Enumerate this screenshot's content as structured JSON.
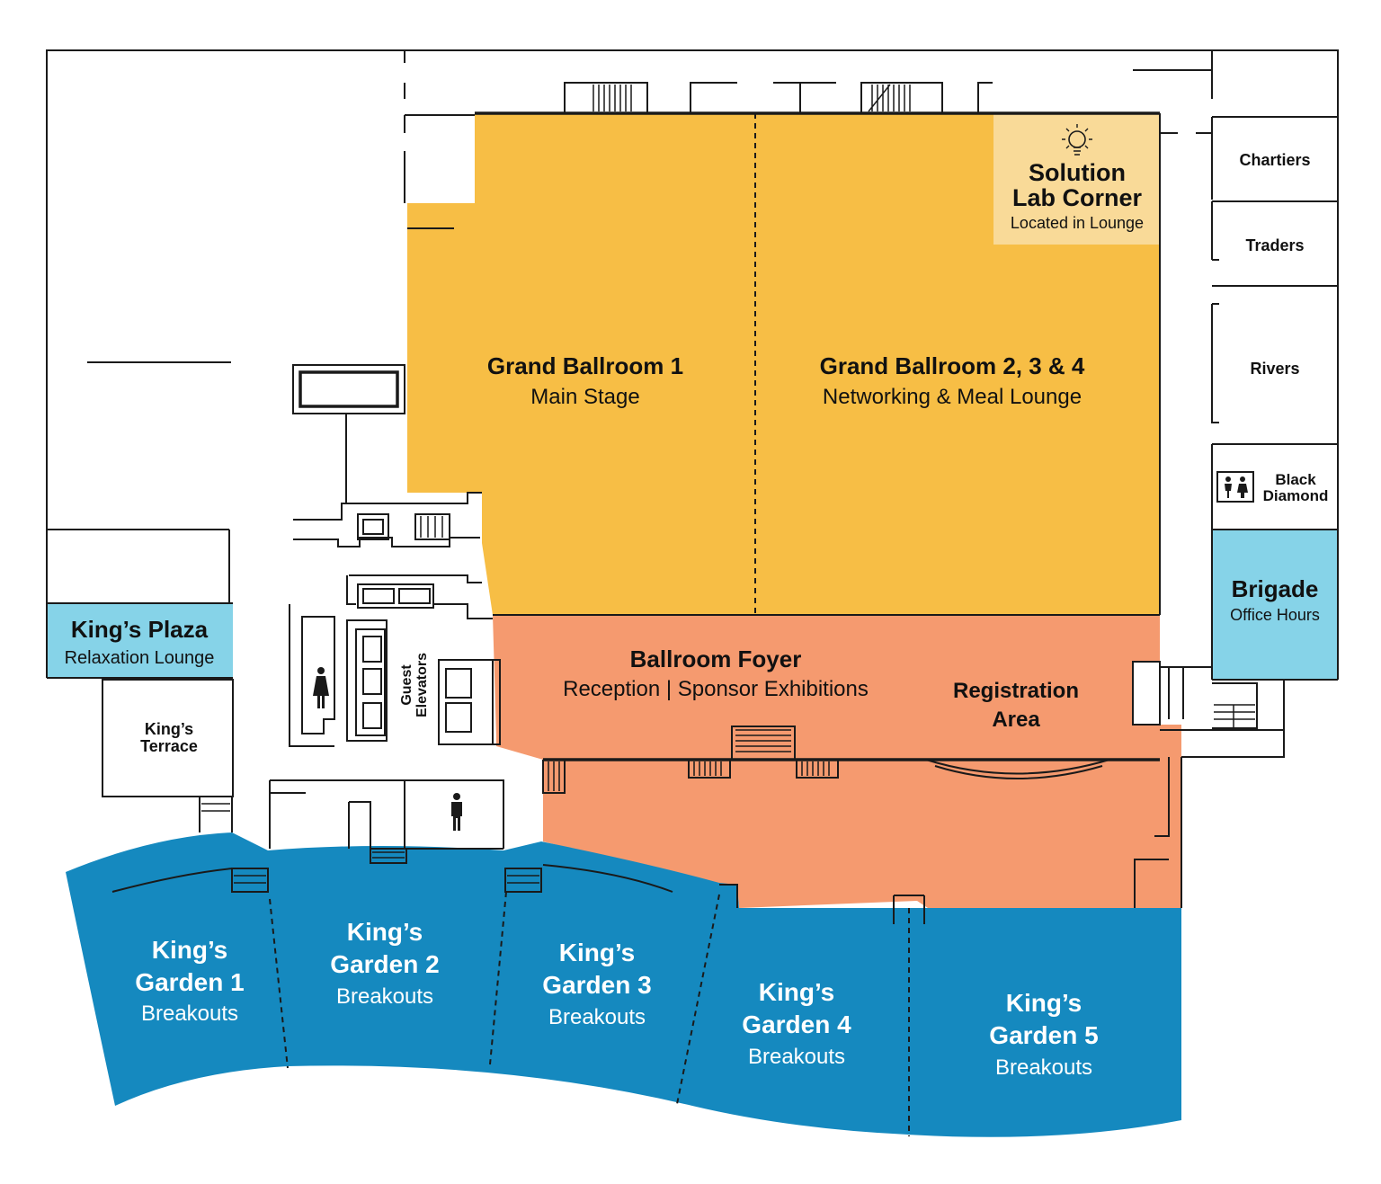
{
  "colors": {
    "ballroom": "#F7BE45",
    "solution_lab": "#F9DA98",
    "foyer": "#F59A6F",
    "garden": "#1589BF",
    "plaza": "#86D3E8",
    "wall": "#1a1a1a"
  },
  "rooms": {
    "grand_ballroom_1": {
      "name": "Grand Ballroom 1",
      "sub": "Main Stage"
    },
    "grand_ballroom_234": {
      "name": "Grand Ballroom 2, 3 & 4",
      "sub": "Networking & Meal Lounge"
    },
    "solution_lab": {
      "line1": "Solution",
      "line2": "Lab Corner",
      "sub": "Located in Lounge",
      "icon": "lightbulb-icon"
    },
    "chartiers": {
      "name": "Chartiers"
    },
    "traders": {
      "name": "Traders"
    },
    "rivers": {
      "name": "Rivers"
    },
    "black_diamond": {
      "line1": "Black",
      "line2": "Diamond",
      "icon": "restroom-icon"
    },
    "brigade": {
      "name": "Brigade",
      "sub": "Office Hours"
    },
    "kings_plaza": {
      "name": "King’s Plaza",
      "sub": "Relaxation Lounge"
    },
    "kings_terrace": {
      "line1": "King’s",
      "line2": "Terrace"
    },
    "guest_elevators": {
      "line1": "Guest",
      "line2": "Elevators"
    },
    "ballroom_foyer": {
      "name": "Ballroom Foyer",
      "sub": "Reception | Sponsor Exhibitions"
    },
    "registration": {
      "line1": "Registration",
      "line2": "Area"
    },
    "gardens": [
      {
        "line1": "King’s",
        "line2": "Garden 1",
        "sub": "Breakouts"
      },
      {
        "line1": "King’s",
        "line2": "Garden 2",
        "sub": "Breakouts"
      },
      {
        "line1": "King’s",
        "line2": "Garden 3",
        "sub": "Breakouts"
      },
      {
        "line1": "King’s",
        "line2": "Garden 4",
        "sub": "Breakouts"
      },
      {
        "line1": "King’s",
        "line2": "Garden 5",
        "sub": "Breakouts"
      }
    ]
  },
  "icons": {
    "womens_restroom": "womens-restroom-icon",
    "mens_restroom": "mens-restroom-icon"
  }
}
